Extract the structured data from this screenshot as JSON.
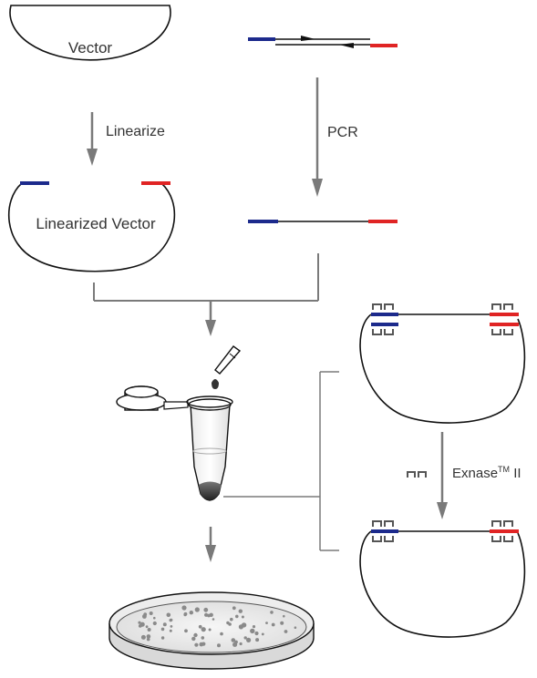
{
  "labels": {
    "vector": "Vector",
    "linearize": "Linearize",
    "pcr": "PCR",
    "linearized_vector": "Linearized Vector",
    "exnase_prefix": "Exnase",
    "exnase_tm": "TM",
    "exnase_suffix": " II"
  },
  "colors": {
    "blue_end": "#1c2a8c",
    "red_end": "#e02424",
    "arrow_gray": "#7a7a7a",
    "line_black": "#111111"
  }
}
